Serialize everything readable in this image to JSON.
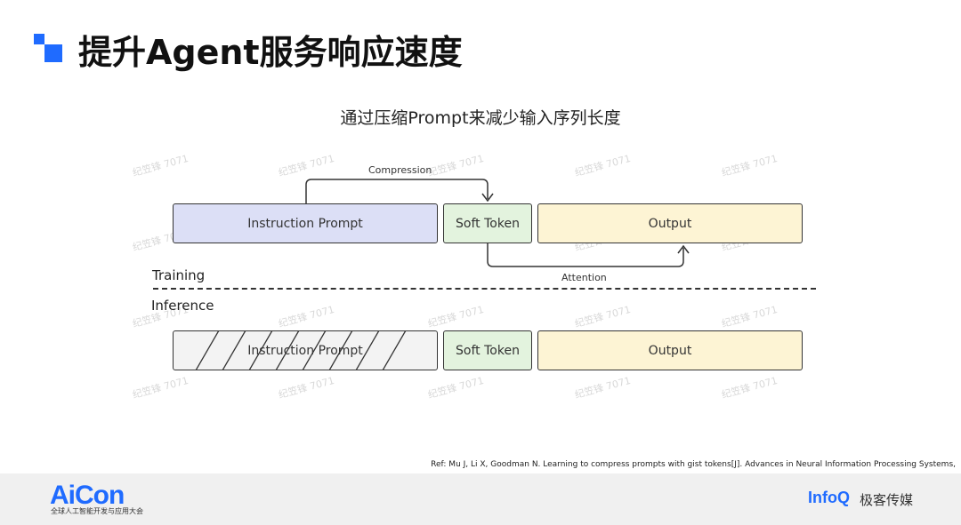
{
  "header": {
    "title": "提升Agent服务响应速度"
  },
  "diagram": {
    "title": "通过压缩Prompt来减少输入序列长度",
    "compression_label": "Compression",
    "attention_label": "Attention",
    "training_label": "Training",
    "inference_label": "Inference",
    "training_row": {
      "instruction": "Instruction Prompt",
      "soft_token": "Soft Token",
      "output": "Output"
    },
    "inference_row": {
      "instruction": "Instruction Prompt",
      "soft_token": "Soft Token",
      "output": "Output"
    },
    "colors": {
      "instruction": "#dcdff6",
      "soft_token": "#e3f3de",
      "output": "#fdf4d4",
      "instruction_inference": "#f3f3f3"
    }
  },
  "watermark": "纪笠锋 7071",
  "reference": "Ref: Mu J, Li X, Goodman N. Learning to compress prompts with gist tokens[J]. Advances in Neural Information Processing Systems,",
  "footer": {
    "brand": "AiCon",
    "brand_sub": "全球人工智能开发与应用大会",
    "partner_logo": "InfoQ",
    "partner_name": "极客传媒",
    "accent": "#1f6bff"
  }
}
